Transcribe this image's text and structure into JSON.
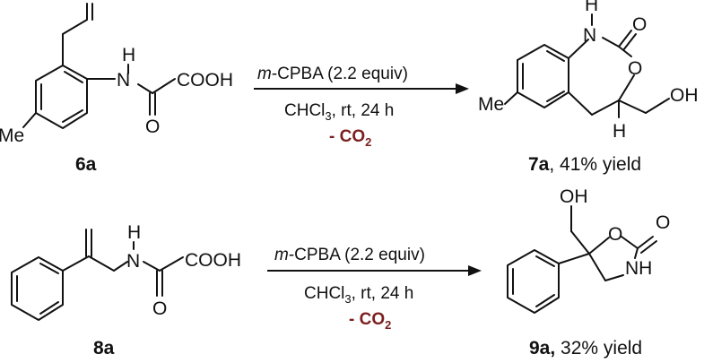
{
  "reactions": [
    {
      "reactant": {
        "id": "6a",
        "atoms": {
          "nh": "H",
          "n": "N",
          "cooh": "COOH",
          "o": "O",
          "me": "Me"
        }
      },
      "conditions": {
        "reagent_prefix": "m",
        "reagent_rest": "-CPBA (2.2 equiv)",
        "solvent": "CHCl",
        "solvent_sub": "3",
        "solvent_rest": ", rt, 24 h",
        "byproduct": "- CO",
        "byproduct_sub": "2"
      },
      "product": {
        "id": "7a",
        "yield": ", 41% yield",
        "atoms": {
          "h_top": "H",
          "n": "N",
          "o_carbonyl": "O",
          "o_ring": "O",
          "oh": "OH",
          "h_bottom": "H",
          "me": "Me"
        }
      }
    },
    {
      "reactant": {
        "id": "8a",
        "atoms": {
          "nh": "H",
          "n": "N",
          "cooh": "COOH",
          "o": "O"
        }
      },
      "conditions": {
        "reagent_prefix": "m",
        "reagent_rest": "-CPBA (2.2 equiv)",
        "solvent": "CHCl",
        "solvent_sub": "3",
        "solvent_rest": ", rt, 24 h",
        "byproduct": "- CO",
        "byproduct_sub": "2"
      },
      "product": {
        "id": "9a,",
        "yield": " 32% yield",
        "atoms": {
          "oh": "OH",
          "o_ring": "O",
          "o_carbonyl": "O",
          "nh": "NH"
        }
      }
    }
  ]
}
